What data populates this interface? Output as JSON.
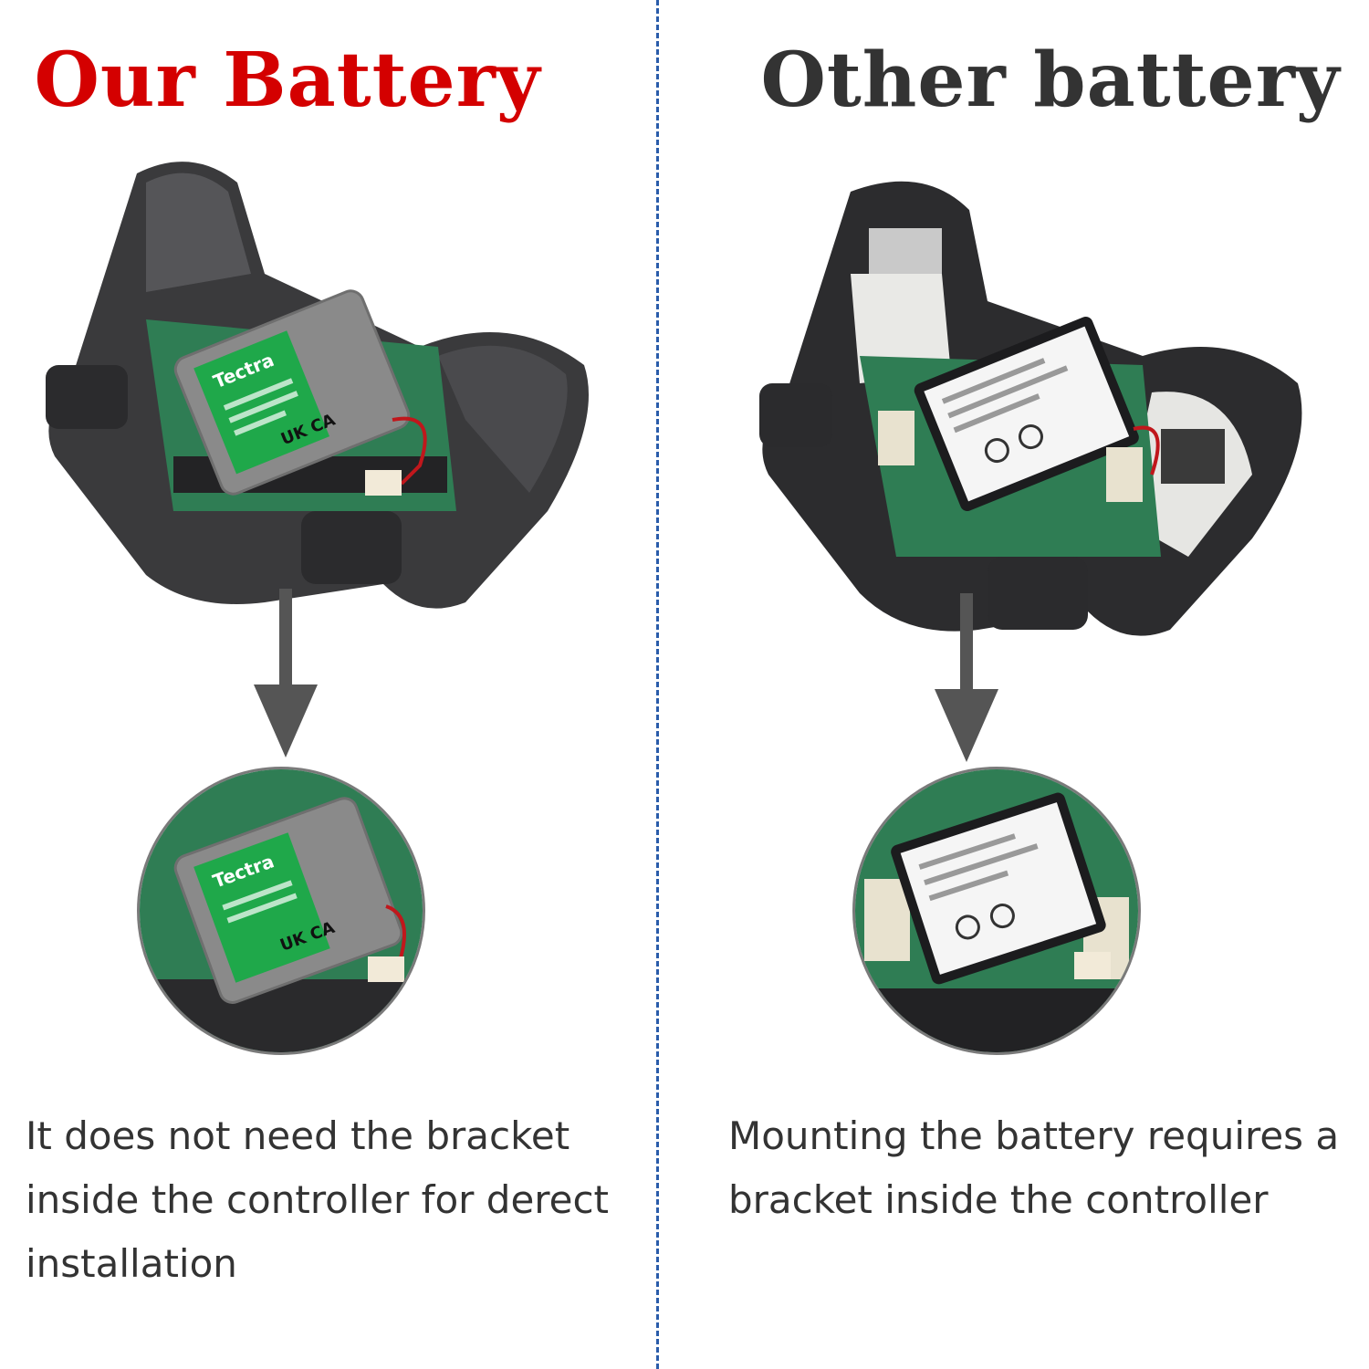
{
  "left": {
    "title": "Our Battery",
    "title_color": "#d40000",
    "caption": "It does not need the bracket inside the controller for derect installation",
    "battery_brand": "Tectra",
    "battery_marks": "UK CA"
  },
  "right": {
    "title": "Other battery",
    "title_color": "#333333",
    "caption": "Mounting the battery requires a bracket inside the controller"
  },
  "icons": {
    "arrow": "arrow-down-icon"
  },
  "colors": {
    "divider": "#2a5caa",
    "controller": "#3a3a3c",
    "pcb": "#2f7d54",
    "tectra_label": "#1fa84a",
    "battery_gray": "#8a8a8a"
  }
}
